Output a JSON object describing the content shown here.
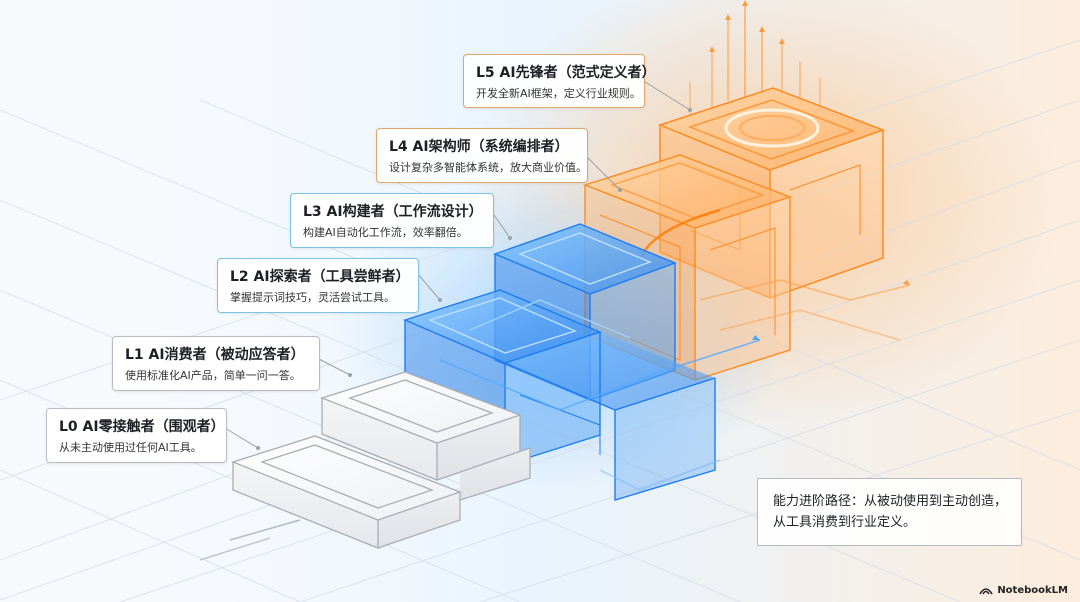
{
  "levels": [
    {
      "title": "L0 AI零接触者（围观者）",
      "desc": "从未主动使用过任何AI工具。"
    },
    {
      "title": "L1 AI消费者（被动应答者）",
      "desc": "使用标准化AI产品，简单一问一答。"
    },
    {
      "title": "L2 AI探索者（工具尝鲜者）",
      "desc": "掌握提示词技巧，灵活尝试工具。"
    },
    {
      "title": "L3 AI构建者（工作流设计）",
      "desc": "构建AI自动化工作流，效率翻倍。"
    },
    {
      "title": "L4 AI架构师（系统编排者）",
      "desc": "设计复杂多智能体系统，放大商业价值。"
    },
    {
      "title": "L5 AI先锋者（范式定义者）",
      "desc": "开发全新AI框架，定义行业规则。"
    }
  ],
  "note": "能力进阶路径：从被动使用到主动创造，从工具消费到行业定义。",
  "brand": "NotebookLM",
  "colors": {
    "grey": "#c8ccd2",
    "blue": "#2f8cff",
    "orange": "#ff9a3c"
  }
}
